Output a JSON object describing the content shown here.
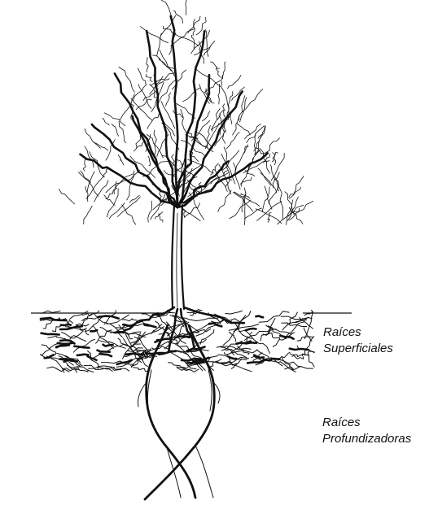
{
  "labels": {
    "surface_roots": {
      "line1": "Raíces",
      "line2": "Superficiales"
    },
    "deep_roots": {
      "line1": "Raíces",
      "line2": "Profundizadoras"
    }
  },
  "colors": {
    "ink": "#111111",
    "background": "#ffffff"
  }
}
